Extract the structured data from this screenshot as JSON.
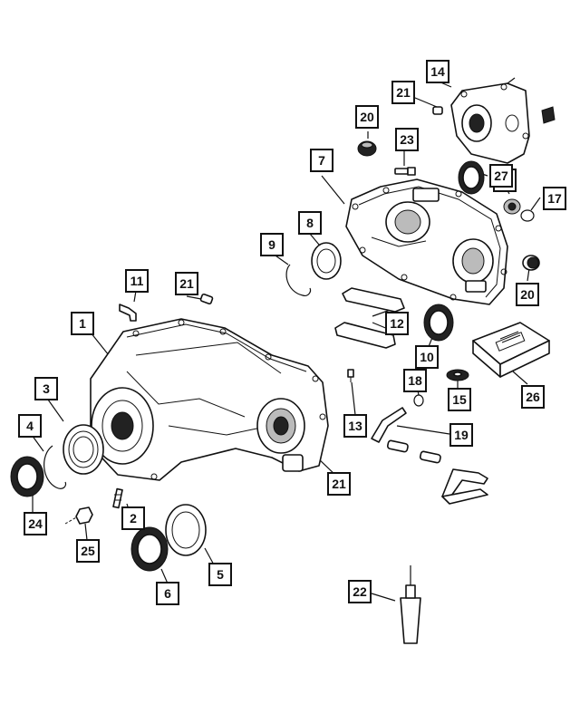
{
  "diagram": {
    "callouts": [
      {
        "key": "c1",
        "label": "1"
      },
      {
        "key": "c2",
        "label": "2"
      },
      {
        "key": "c3",
        "label": "3"
      },
      {
        "key": "c4",
        "label": "4"
      },
      {
        "key": "c5",
        "label": "5"
      },
      {
        "key": "c6",
        "label": "6"
      },
      {
        "key": "c7",
        "label": "7"
      },
      {
        "key": "c8",
        "label": "8"
      },
      {
        "key": "c9",
        "label": "9"
      },
      {
        "key": "c10",
        "label": "10"
      },
      {
        "key": "c11",
        "label": "11"
      },
      {
        "key": "c12",
        "label": "12"
      },
      {
        "key": "c13",
        "label": "13"
      },
      {
        "key": "c14",
        "label": "14"
      },
      {
        "key": "c15",
        "label": "15"
      },
      {
        "key": "c16",
        "label": "16"
      },
      {
        "key": "c17",
        "label": "17"
      },
      {
        "key": "c18",
        "label": "18"
      },
      {
        "key": "c19",
        "label": "19"
      },
      {
        "key": "c20a",
        "label": "20"
      },
      {
        "key": "c20b",
        "label": "20"
      },
      {
        "key": "c21a",
        "label": "21"
      },
      {
        "key": "c21b",
        "label": "21"
      },
      {
        "key": "c21c",
        "label": "21"
      },
      {
        "key": "c22",
        "label": "22"
      },
      {
        "key": "c23",
        "label": "23"
      },
      {
        "key": "c24",
        "label": "24"
      },
      {
        "key": "c25",
        "label": "25"
      },
      {
        "key": "c26",
        "label": "26"
      },
      {
        "key": "c27",
        "label": "27"
      }
    ]
  }
}
